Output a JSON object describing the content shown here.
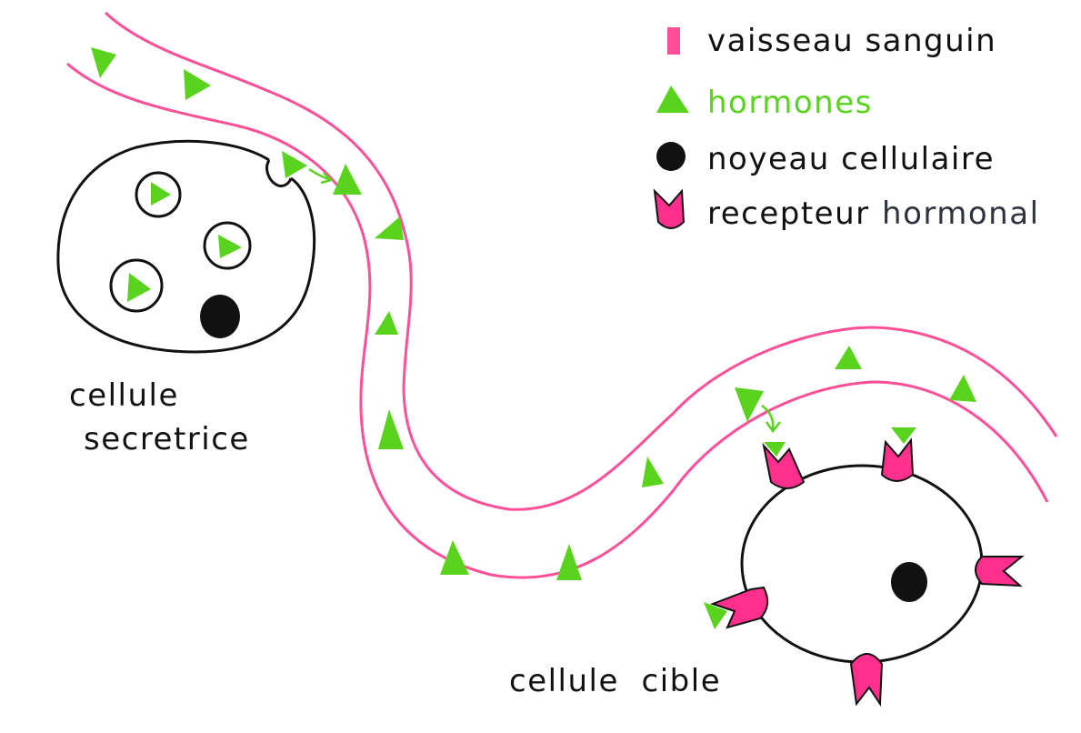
{
  "legend": {
    "vessel": "vaisseau sanguin",
    "hormones": "hormones",
    "nucleus": "noyeau cellulaire",
    "receptor_a": "recepteur",
    "receptor_b": "hormonal"
  },
  "labels": {
    "secretory_line1": "cellule",
    "secretory_line2": "secretrice",
    "target": "cellule  cible"
  },
  "colors": {
    "vessel": "#ff4f98",
    "hormone": "#59d31d",
    "nucleus": "#111111",
    "receptor": "#ff2f8e",
    "outline": "#111111"
  }
}
